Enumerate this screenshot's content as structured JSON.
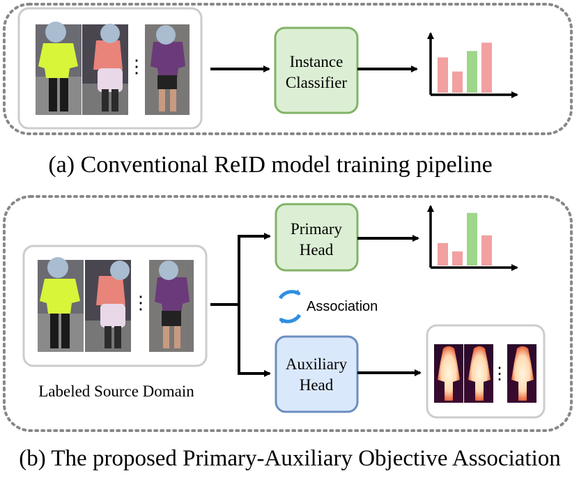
{
  "panel_a": {
    "caption": "(a) Conventional ReID model training pipeline",
    "classifier_line1": "Instance",
    "classifier_line2": "Classifier",
    "ellipsis": "⋮",
    "bars": [
      0.55,
      0.33,
      0.65,
      0.78
    ],
    "bar_colors": [
      "#f2a0a0",
      "#f2a0a0",
      "#9ed68a",
      "#f2a0a0"
    ]
  },
  "panel_b": {
    "caption": "(b) The proposed Primary-Auxiliary Objective Association",
    "primary_line1": "Primary",
    "primary_line2": "Head",
    "auxiliary_line1": "Auxiliary",
    "auxiliary_line2": "Head",
    "association_label": "Association",
    "source_label": "Labeled Source Domain",
    "ellipsis": "⋮",
    "bars": [
      0.35,
      0.22,
      0.82,
      0.47
    ],
    "bar_colors": [
      "#f2a0a0",
      "#f2a0a0",
      "#9ed68a",
      "#f2a0a0"
    ]
  },
  "colors": {
    "green_box_fill": "#dcefd4",
    "green_box_stroke": "#82b366",
    "blue_box_fill": "#dae8fc",
    "blue_box_stroke": "#6c8ebf",
    "frame_stroke": "#cccccc",
    "dashed_stroke": "#888888",
    "association_icon": "#2f8fe0"
  }
}
